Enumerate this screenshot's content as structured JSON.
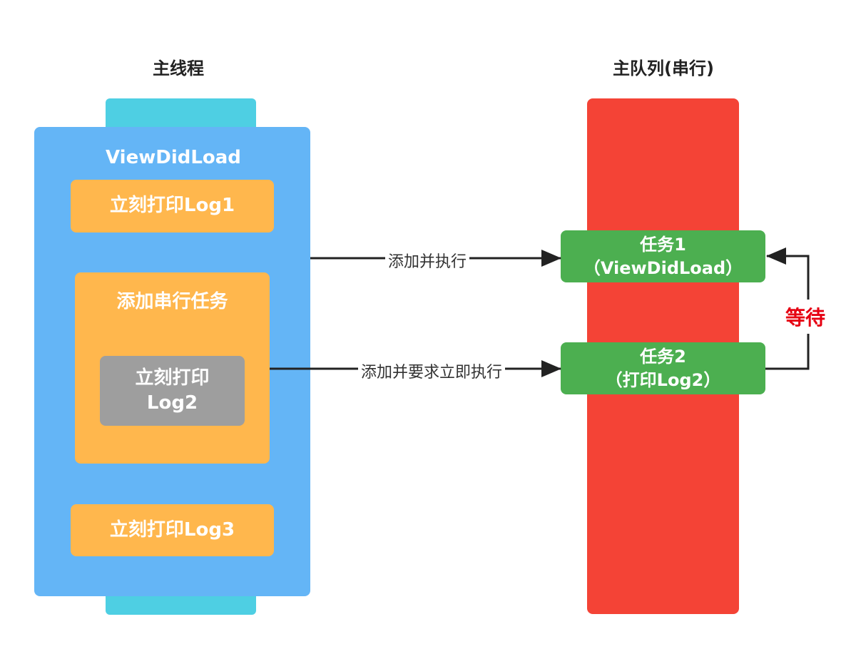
{
  "main_thread": {
    "title": "主线程",
    "function_label": "ViewDidLoad",
    "steps": {
      "log1": "立刻打印Log1",
      "add_serial_task": "添加串行任务",
      "log2_line1": "立刻打印",
      "log2_line2": "Log2",
      "log3": "立刻打印Log3"
    }
  },
  "main_queue": {
    "title": "主队列(串行)",
    "tasks": [
      {
        "line1": "任务1",
        "line2": "（ViewDidLoad）"
      },
      {
        "line1": "任务2",
        "line2": "（打印Log2）"
      }
    ]
  },
  "edges": {
    "add_and_execute": "添加并执行",
    "add_and_execute_now": "添加并要求立即执行",
    "wait": "等待"
  },
  "colors": {
    "thread_body": "#64B5F6",
    "thread_cap": "#4ECFE3",
    "block": "#FFB74D",
    "nested_block": "#9E9E9E",
    "queue": "#F44336",
    "task": "#4CAF50",
    "wait_text": "#E60012"
  }
}
